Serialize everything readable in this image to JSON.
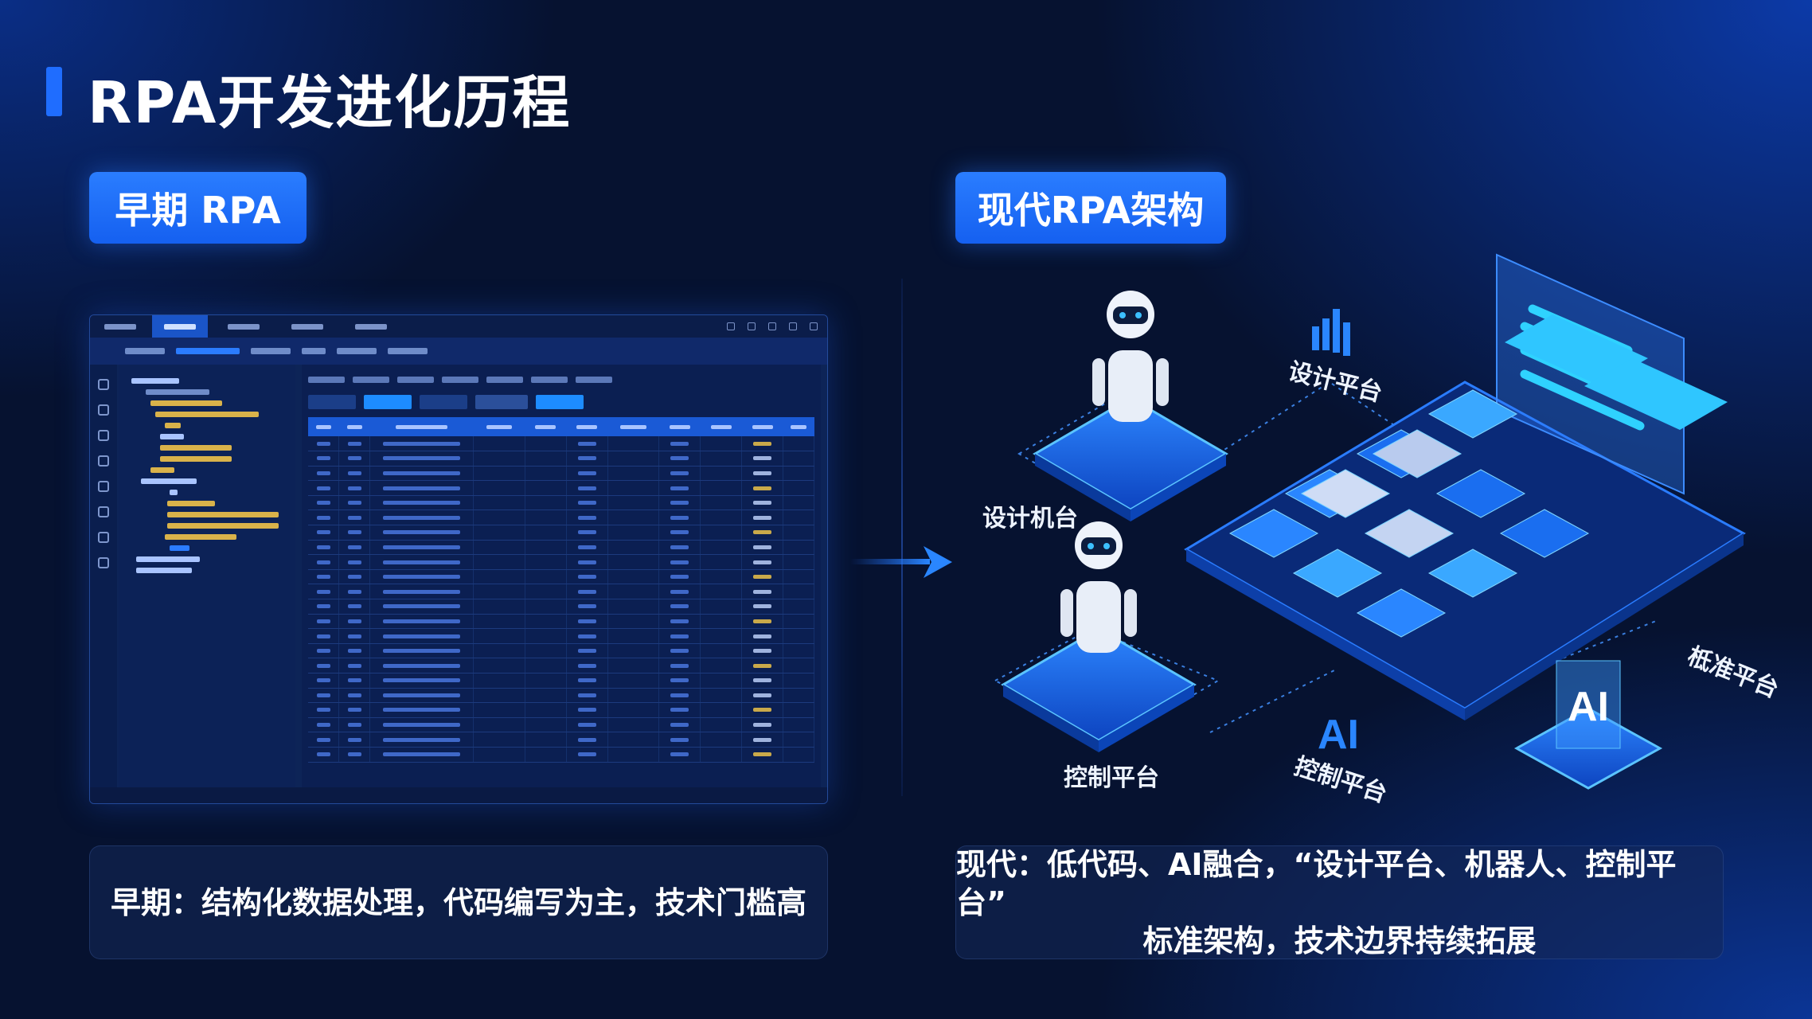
{
  "title": "RPA开发进化历程",
  "early": {
    "badge": "早期 RPA",
    "caption": "早期：结构化数据处理，代码编写为主，技术门槛高"
  },
  "modern": {
    "badge": "现代RPA架构",
    "caption_line1": "现代：低代码、AI融合，“设计平台、机器人、控制平台”",
    "caption_line2": "标准架构，技术边界持续拓展",
    "labels": {
      "design_platform": "设计平台",
      "design_robot": "设计机台",
      "control_platform": "控制平台",
      "ai_control_platform": "控制平台",
      "standard_platform": "柢准平台",
      "ai_chip": "AI",
      "ai_icon": "AI"
    }
  },
  "colors": {
    "accent": "#1f6dff",
    "background": "#061230",
    "cyan": "#27c6ff"
  }
}
